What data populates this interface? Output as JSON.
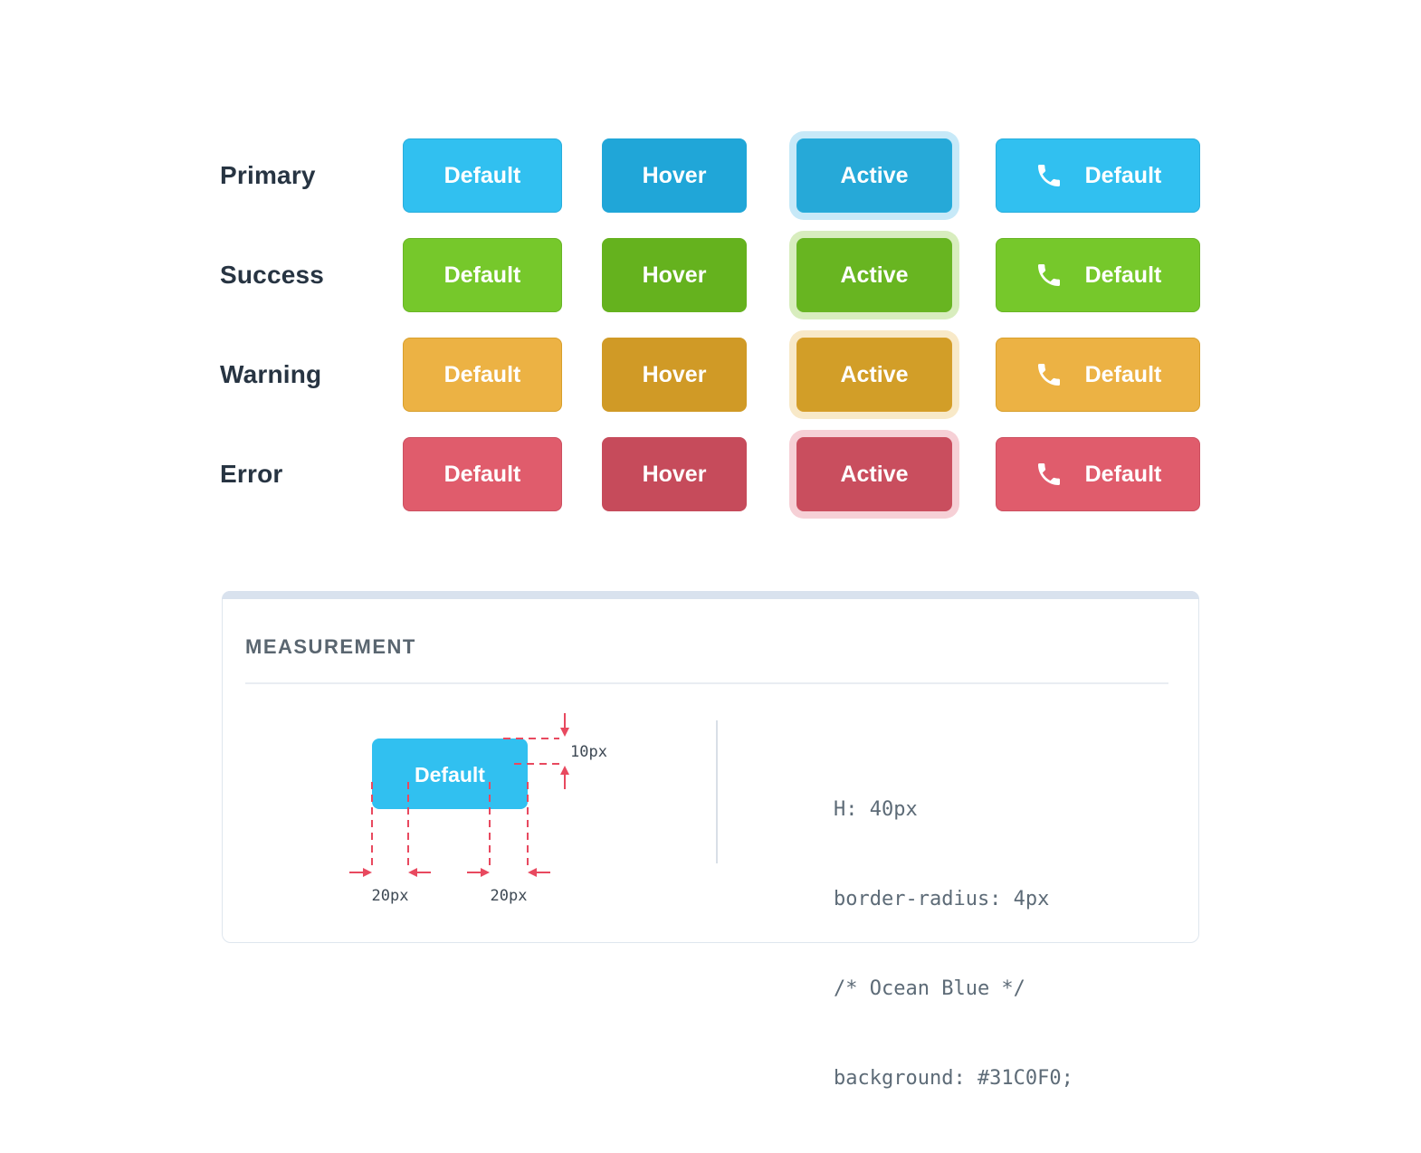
{
  "palette": {
    "primary": {
      "default": "#31C0F0",
      "hover": "#20A6D8",
      "active": "#26A9D8",
      "halo": "#C7E9F8",
      "border": "#28ADDC"
    },
    "success": {
      "default": "#76C82B",
      "hover": "#65B21E",
      "active": "#68B521",
      "halo": "#D8EDBE",
      "border": "#69B526"
    },
    "warning": {
      "default": "#ECB244",
      "hover": "#D09A26",
      "active": "#D29E28",
      "halo": "#F8E9C8",
      "border": "#D89F2B"
    },
    "error": {
      "default": "#E05C6C",
      "hover": "#C64B5B",
      "active": "#C94E5E",
      "halo": "#F6D0D6",
      "border": "#CC4F60"
    }
  },
  "rows": [
    {
      "label": "Primary",
      "buttons": [
        {
          "label": "Default"
        },
        {
          "label": "Hover"
        },
        {
          "label": "Active"
        },
        {
          "label": "Default",
          "icon": "phone-icon"
        }
      ]
    },
    {
      "label": "Success",
      "buttons": [
        {
          "label": "Default"
        },
        {
          "label": "Hover"
        },
        {
          "label": "Active"
        },
        {
          "label": "Default",
          "icon": "phone-icon"
        }
      ]
    },
    {
      "label": "Warning",
      "buttons": [
        {
          "label": "Default"
        },
        {
          "label": "Hover"
        },
        {
          "label": "Active"
        },
        {
          "label": "Default",
          "icon": "phone-icon"
        }
      ]
    },
    {
      "label": "Error",
      "buttons": [
        {
          "label": "Default"
        },
        {
          "label": "Hover"
        },
        {
          "label": "Active"
        },
        {
          "label": "Default",
          "icon": "phone-icon"
        }
      ]
    }
  ],
  "measurement": {
    "title": "MEASUREMENT",
    "code_lines": {
      "0": "H: 40px",
      "1": "border-radius: 4px",
      "2": "/* Ocean Blue */",
      "3": "background: #31C0F0;"
    },
    "diagram": {
      "button_label": "Default",
      "button_color": "#31C0F0",
      "accent": "#E8495F",
      "top_gap_label": "10px",
      "left_pad_label": "20px",
      "right_pad_label": "20px"
    }
  }
}
